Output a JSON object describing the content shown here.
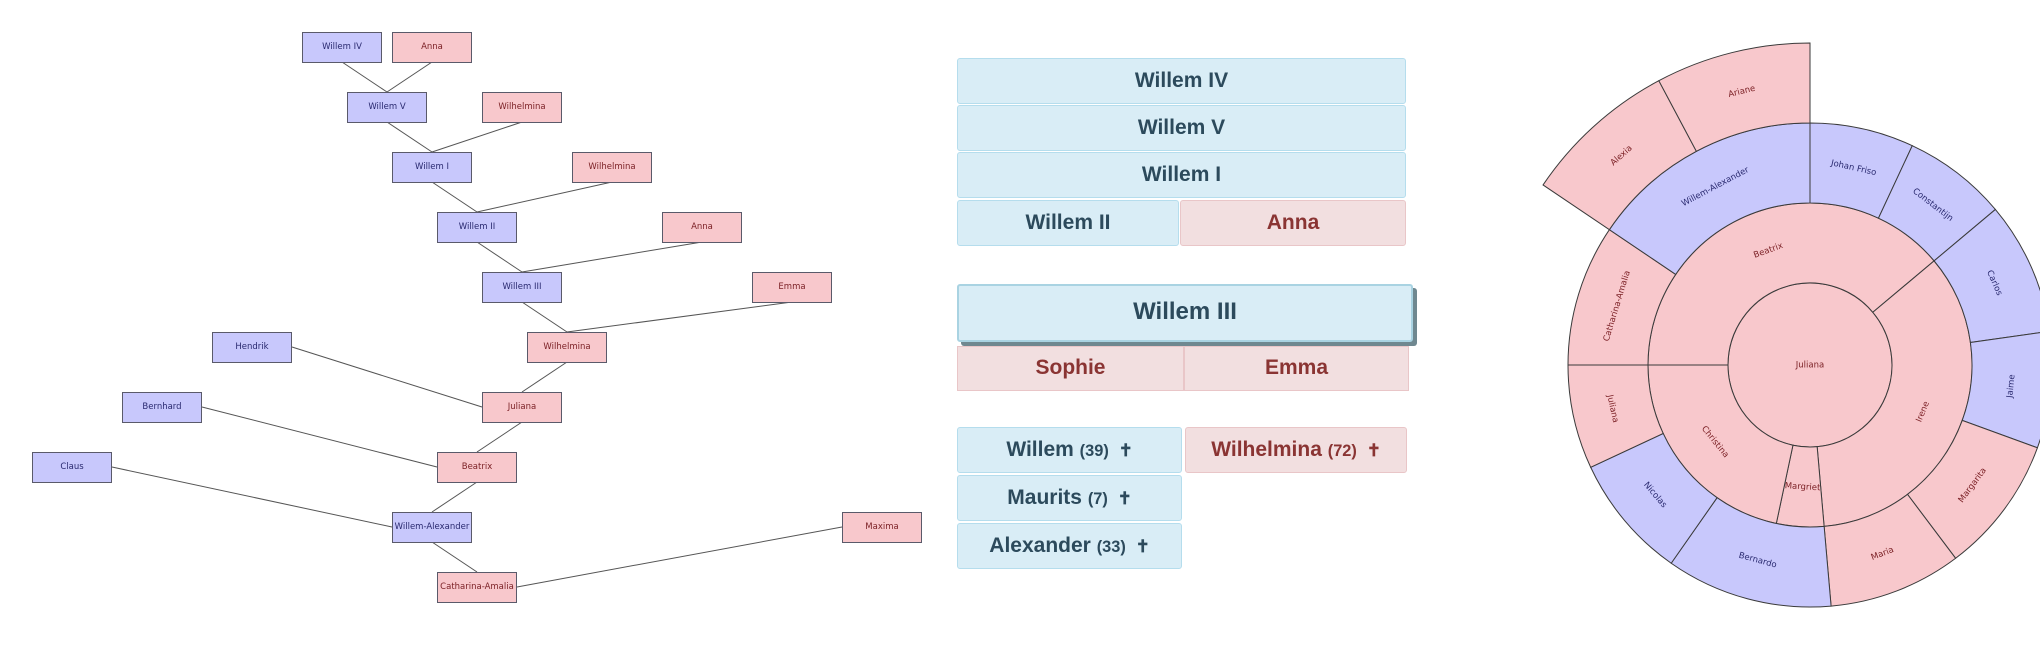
{
  "tree": {
    "people": [
      {
        "id": "willem-iv",
        "name": "Willem IV",
        "gender": "male"
      },
      {
        "id": "anna-1",
        "name": "Anna",
        "gender": "female"
      },
      {
        "id": "willem-v",
        "name": "Willem V",
        "gender": "male"
      },
      {
        "id": "wilhelmina-1",
        "name": "Wilhelmina",
        "gender": "female"
      },
      {
        "id": "willem-i",
        "name": "Willem I",
        "gender": "male"
      },
      {
        "id": "wilhelmina-2",
        "name": "Wilhelmina",
        "gender": "female"
      },
      {
        "id": "willem-ii",
        "name": "Willem II",
        "gender": "male"
      },
      {
        "id": "anna-2",
        "name": "Anna",
        "gender": "female"
      },
      {
        "id": "willem-iii",
        "name": "Willem III",
        "gender": "male"
      },
      {
        "id": "emma",
        "name": "Emma",
        "gender": "female"
      },
      {
        "id": "wilhelmina-3",
        "name": "Wilhelmina",
        "gender": "female"
      },
      {
        "id": "hendrik",
        "name": "Hendrik",
        "gender": "male"
      },
      {
        "id": "juliana",
        "name": "Juliana",
        "gender": "female"
      },
      {
        "id": "bernhard",
        "name": "Bernhard",
        "gender": "male"
      },
      {
        "id": "beatrix",
        "name": "Beatrix",
        "gender": "female"
      },
      {
        "id": "claus",
        "name": "Claus",
        "gender": "male"
      },
      {
        "id": "willem-alexander",
        "name": "Willem-Alexander",
        "gender": "male"
      },
      {
        "id": "maxima",
        "name": "Maxima",
        "gender": "female"
      },
      {
        "id": "catharina-amalia",
        "name": "Catharina-Amalia",
        "gender": "female"
      }
    ]
  },
  "stack": {
    "ancestors": [
      "Willem IV",
      "Willem V",
      "Willem I"
    ],
    "parents": {
      "father": "Willem II",
      "mother": "Anna"
    },
    "focus": "Willem III",
    "spouses": [
      "Sophie",
      "Emma"
    ],
    "children_sophie": [
      {
        "name": "Willem",
        "age": "(39)",
        "mark": "✝"
      },
      {
        "name": "Maurits",
        "age": "(7)",
        "mark": "✝"
      },
      {
        "name": "Alexander",
        "age": "(33)",
        "mark": "✝"
      }
    ],
    "children_emma": [
      {
        "name": "Wilhelmina",
        "age": "(72)",
        "mark": "✝"
      }
    ]
  },
  "sunburst": {
    "center": {
      "name": "Juliana",
      "gender": "female"
    },
    "ring1": [
      {
        "name": "Beatrix",
        "gender": "female"
      },
      {
        "name": "Irene",
        "gender": "female"
      },
      {
        "name": "Margriet",
        "gender": "female"
      },
      {
        "name": "Christina",
        "gender": "female"
      }
    ],
    "ring2": [
      {
        "name": "Catharina-Amalia",
        "gender": "female"
      },
      {
        "name": "Willem-Alexander",
        "gender": "male"
      },
      {
        "name": "Johan Friso",
        "gender": "male"
      },
      {
        "name": "Constantijn",
        "gender": "male"
      },
      {
        "name": "Carlos",
        "gender": "male"
      },
      {
        "name": "Jaime",
        "gender": "male"
      },
      {
        "name": "Margarita",
        "gender": "female"
      },
      {
        "name": "Maria",
        "gender": "female"
      },
      {
        "name": "Bernardo",
        "gender": "male"
      },
      {
        "name": "Nicolas",
        "gender": "male"
      },
      {
        "name": "Juliana",
        "gender": "female"
      }
    ],
    "ring3": [
      {
        "name": "Alexia",
        "gender": "female"
      },
      {
        "name": "Ariane",
        "gender": "female"
      }
    ],
    "colors": {
      "male": "#c8c8fc",
      "female": "#f8c8cc"
    }
  }
}
